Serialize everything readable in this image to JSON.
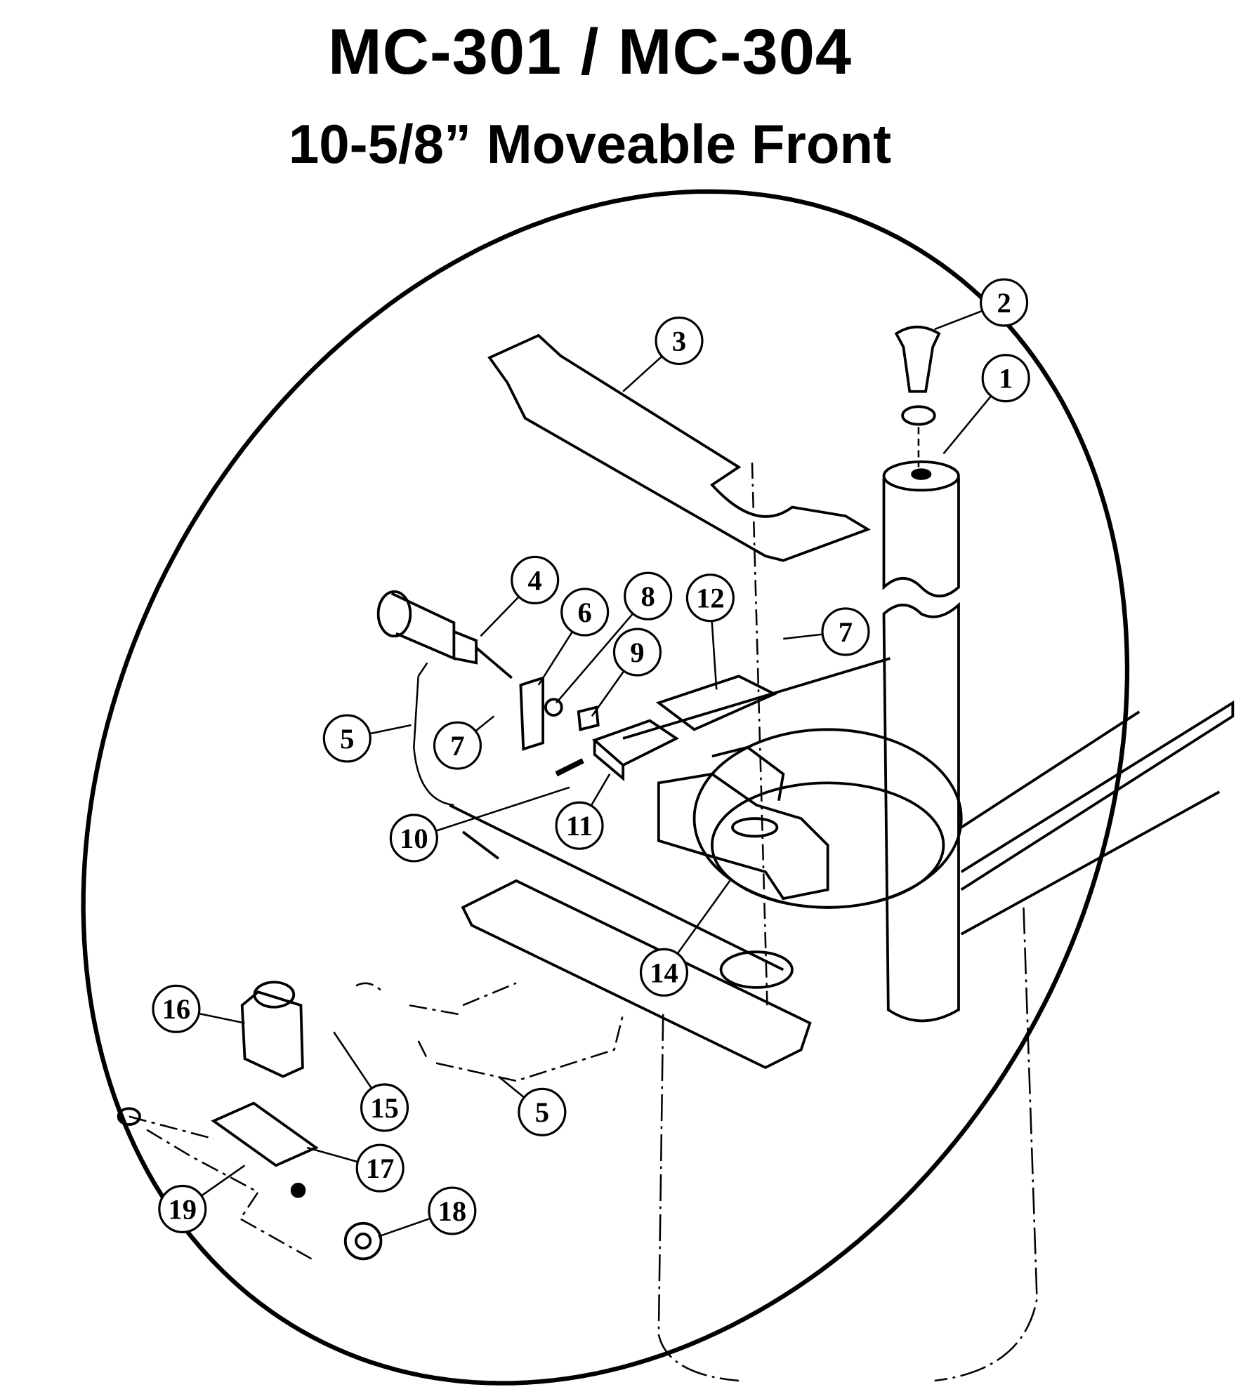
{
  "title": "MC-301 / MC-304",
  "subtitle": "10-5/8” Moveable Front",
  "callouts": [
    "2",
    "3",
    "1",
    "4",
    "6",
    "8",
    "12",
    "7",
    "9",
    "5",
    "7",
    "10",
    "11",
    "14",
    "16",
    "15",
    "5",
    "17",
    "19",
    "18"
  ],
  "colors": {
    "ink": "#000000",
    "background": "#ffffff"
  }
}
